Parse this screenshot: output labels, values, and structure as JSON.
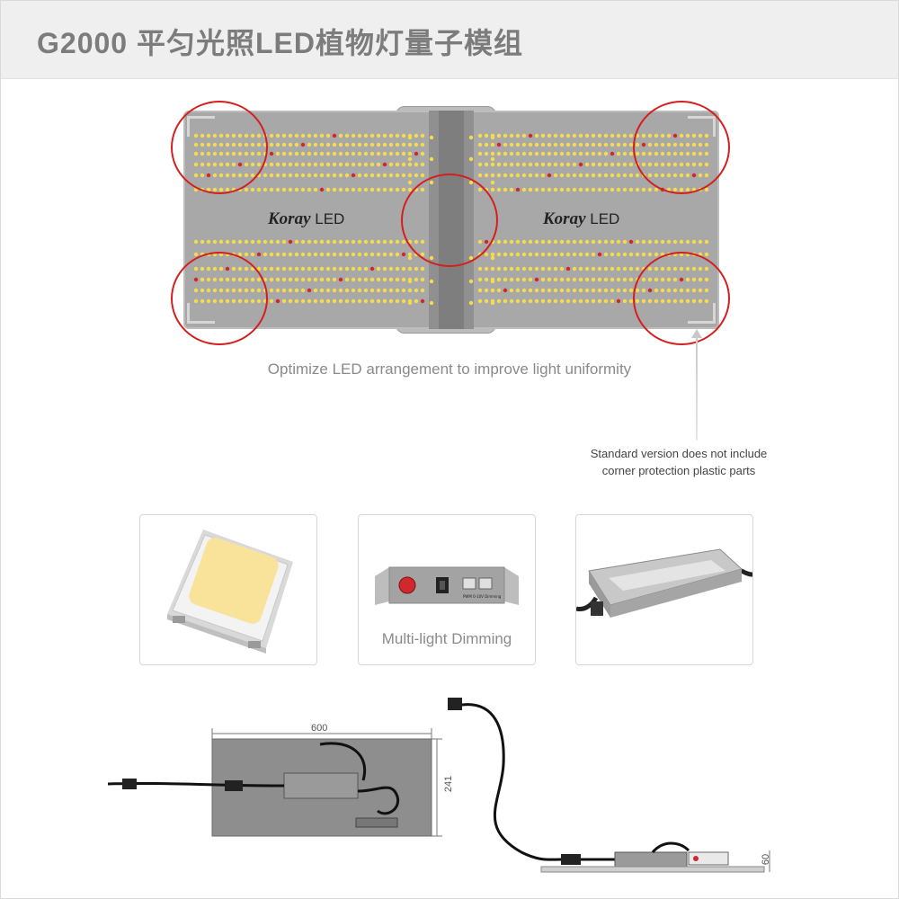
{
  "title": "G2000 平匀光照LED植物灯量子模组",
  "board": {
    "brand_script": "Koray",
    "brand_text": "LED"
  },
  "caption": "Optimize LED arrangement to improve light uniformity",
  "note": {
    "line1": "Standard version does not include",
    "line2": "corner protection plastic parts"
  },
  "cards": [
    {
      "name": "led-chip",
      "label": ""
    },
    {
      "name": "dimmer-box",
      "label": "Multi-light Dimming"
    },
    {
      "name": "driver",
      "label": ""
    }
  ],
  "dimmer": {
    "port_text": "PWM 0-10V Dimming"
  },
  "dimensions": {
    "width": "600",
    "height": "241",
    "depth": "60"
  },
  "colors": {
    "warm_led": "#f6dc4d",
    "red_led": "#d4262a",
    "ring": "#d41f1f"
  }
}
